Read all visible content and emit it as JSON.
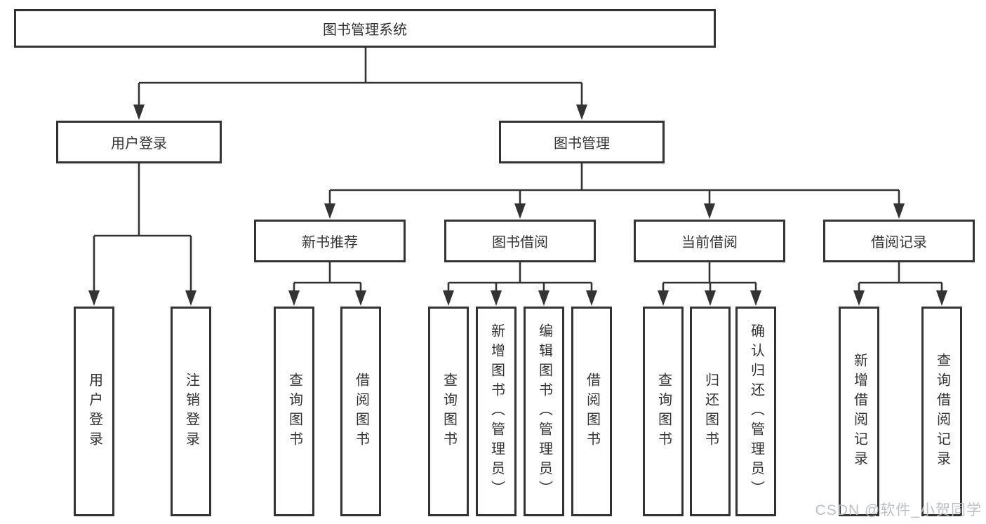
{
  "tree": {
    "root": "图书管理系统",
    "login": {
      "label": "用户登录",
      "children": [
        "用户登录",
        "注销登录"
      ]
    },
    "manage": {
      "label": "图书管理",
      "groups": [
        {
          "label": "新书推荐",
          "children": [
            "查询图书",
            "借阅图书"
          ]
        },
        {
          "label": "图书借阅",
          "children": [
            "查询图书",
            "新增图书（管理员）",
            "编辑图书（管理员）",
            "借阅图书"
          ]
        },
        {
          "label": "当前借阅",
          "children": [
            "查询图书",
            "归还图书",
            "确认归还（管理员）"
          ]
        },
        {
          "label": "借阅记录",
          "children": [
            "新增借阅记录",
            "查询借阅记录"
          ]
        }
      ]
    }
  },
  "watermark": {
    "text": "CSDN @软件_小贺同学"
  },
  "colors": {
    "line": "#333333",
    "text": "#333333",
    "box_background": "#ffffff",
    "watermark": "#b7bbc0"
  }
}
